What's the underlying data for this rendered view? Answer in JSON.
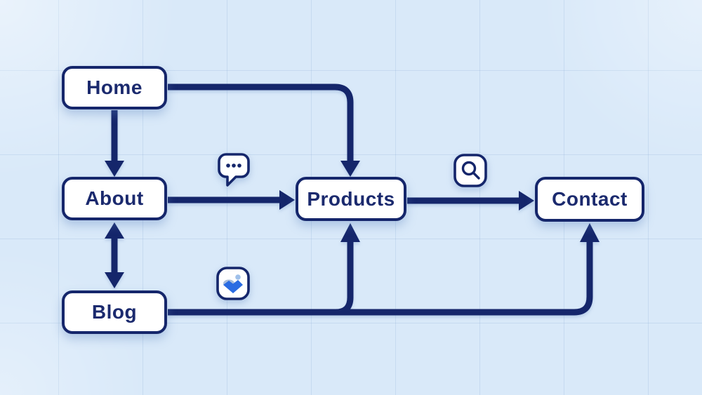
{
  "diagram": {
    "type": "sitemap-flowchart",
    "nodes": [
      {
        "id": "home",
        "label": "Home"
      },
      {
        "id": "about",
        "label": "About"
      },
      {
        "id": "products",
        "label": "Products"
      },
      {
        "id": "contact",
        "label": "Contact"
      },
      {
        "id": "blog",
        "label": "Blog"
      }
    ],
    "edges": [
      {
        "from": "home",
        "to": "about",
        "style": "arrow"
      },
      {
        "from": "home",
        "to": "products",
        "style": "arrow"
      },
      {
        "from": "about",
        "to": "products",
        "style": "arrow",
        "badge": "comment-icon"
      },
      {
        "from": "products",
        "to": "contact",
        "style": "arrow",
        "badge": "search-icon"
      },
      {
        "from": "about",
        "to": "blog",
        "style": "double-arrow"
      },
      {
        "from": "blog",
        "to": "products",
        "style": "arrow"
      },
      {
        "from": "blog",
        "to": "contact",
        "style": "arrow",
        "badge": "image-icon"
      }
    ],
    "badges": [
      {
        "name": "comment-icon",
        "meaning": "speech bubble with three dots"
      },
      {
        "name": "search-icon",
        "meaning": "magnifying glass in rounded square"
      },
      {
        "name": "image-icon",
        "meaning": "photo / image glyph in rounded square"
      }
    ],
    "colors": {
      "background": "#d9e9f9",
      "grid_line": "#82a5d2",
      "connector": "#15266b",
      "node_border": "#15266b",
      "node_fill": "#ffffff",
      "label_text": "#1b2a6e",
      "icon_blue": "#2b6ce2"
    }
  }
}
